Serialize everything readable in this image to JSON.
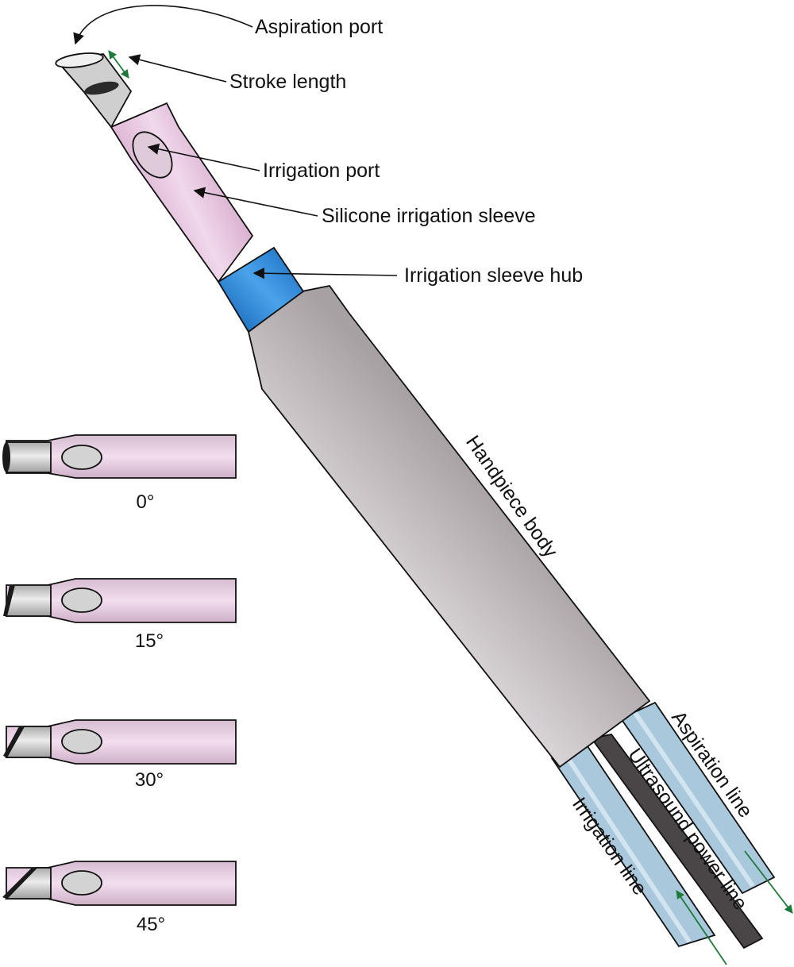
{
  "labels": {
    "aspiration_port": "Aspiration port",
    "stroke_length": "Stroke length",
    "irrigation_port": "Irrigation port",
    "silicone_irrigation_sleeve": "Silicone irrigation sleeve",
    "irrigation_sleeve_hub": "Irrigation sleeve hub",
    "handpiece_body": "Handpiece body",
    "aspiration_line": "Aspiration line",
    "ultrasound_power_line": "Ultrasound power line",
    "irrigation_line": "Irrigation line"
  },
  "tip_angles": [
    "0°",
    "15°",
    "30°",
    "45°"
  ],
  "colors": {
    "sleeve_pink": "#e3bcd9",
    "hub_blue": "#2f86d6",
    "body_gray": "#bdb7b9",
    "metal_gray": "#c6c6c6",
    "tube_blue": "#a9c8dc",
    "power_line": "#4a4546",
    "flow_arrow_green": "#1e7a3a",
    "outline": "#111111"
  }
}
